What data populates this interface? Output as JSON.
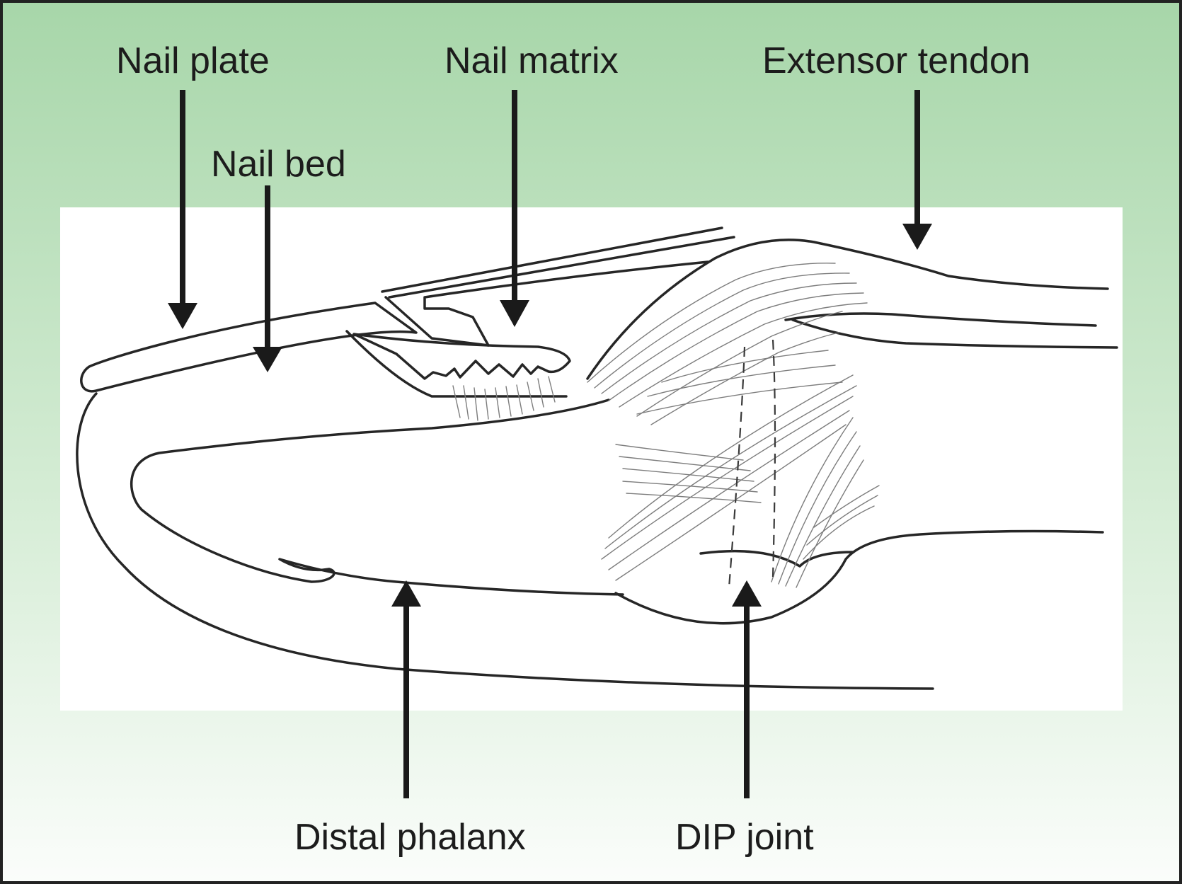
{
  "figure": {
    "labels": {
      "nail_plate": "Nail plate",
      "nail_matrix": "Nail matrix",
      "extensor_tendon": "Extensor tendon",
      "nail_bed": "Nail bed",
      "distal_phalanx": "Distal phalanx",
      "dip_joint": "DIP joint"
    },
    "colors": {
      "background_top": "#a7d6a9",
      "background_bottom": "#fbfdfb",
      "panel": "#ffffff",
      "ink": "#1a1a1a",
      "border": "#222222"
    }
  }
}
